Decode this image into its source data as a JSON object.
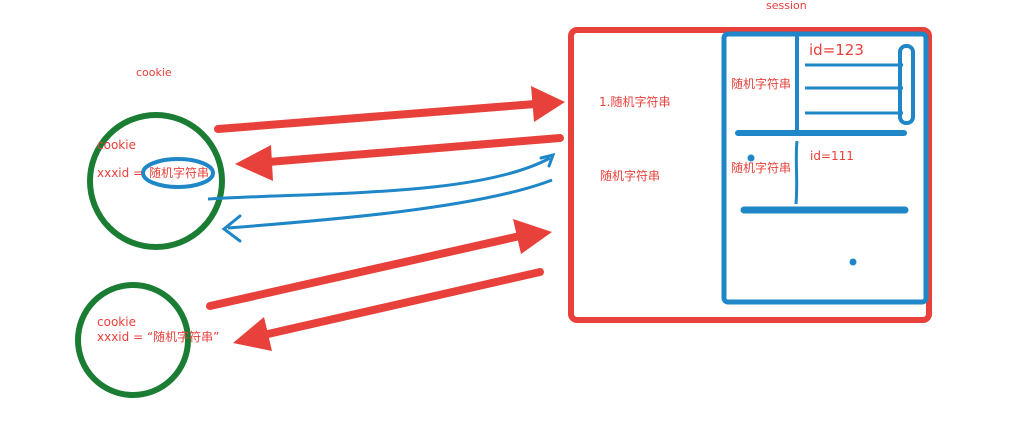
{
  "labels": {
    "session_title": "session",
    "cookie_title": "cookie",
    "cookie1_name": "cookie",
    "cookie1_key": "xxxid =",
    "cookie1_value": "随机字符串",
    "cookie2_name": "cookie",
    "cookie2_line": "xxxid = “随机字符串”",
    "server_entry1": "1.随机字符串",
    "server_entry2": "随机字符串",
    "session_key1": "随机字符串",
    "session_key2": "随机字符串",
    "id_1": "id=123",
    "id_2": "id=111"
  },
  "colors": {
    "red": "#e8403a",
    "blue": "#1f87c8",
    "green": "#1b7d34"
  }
}
